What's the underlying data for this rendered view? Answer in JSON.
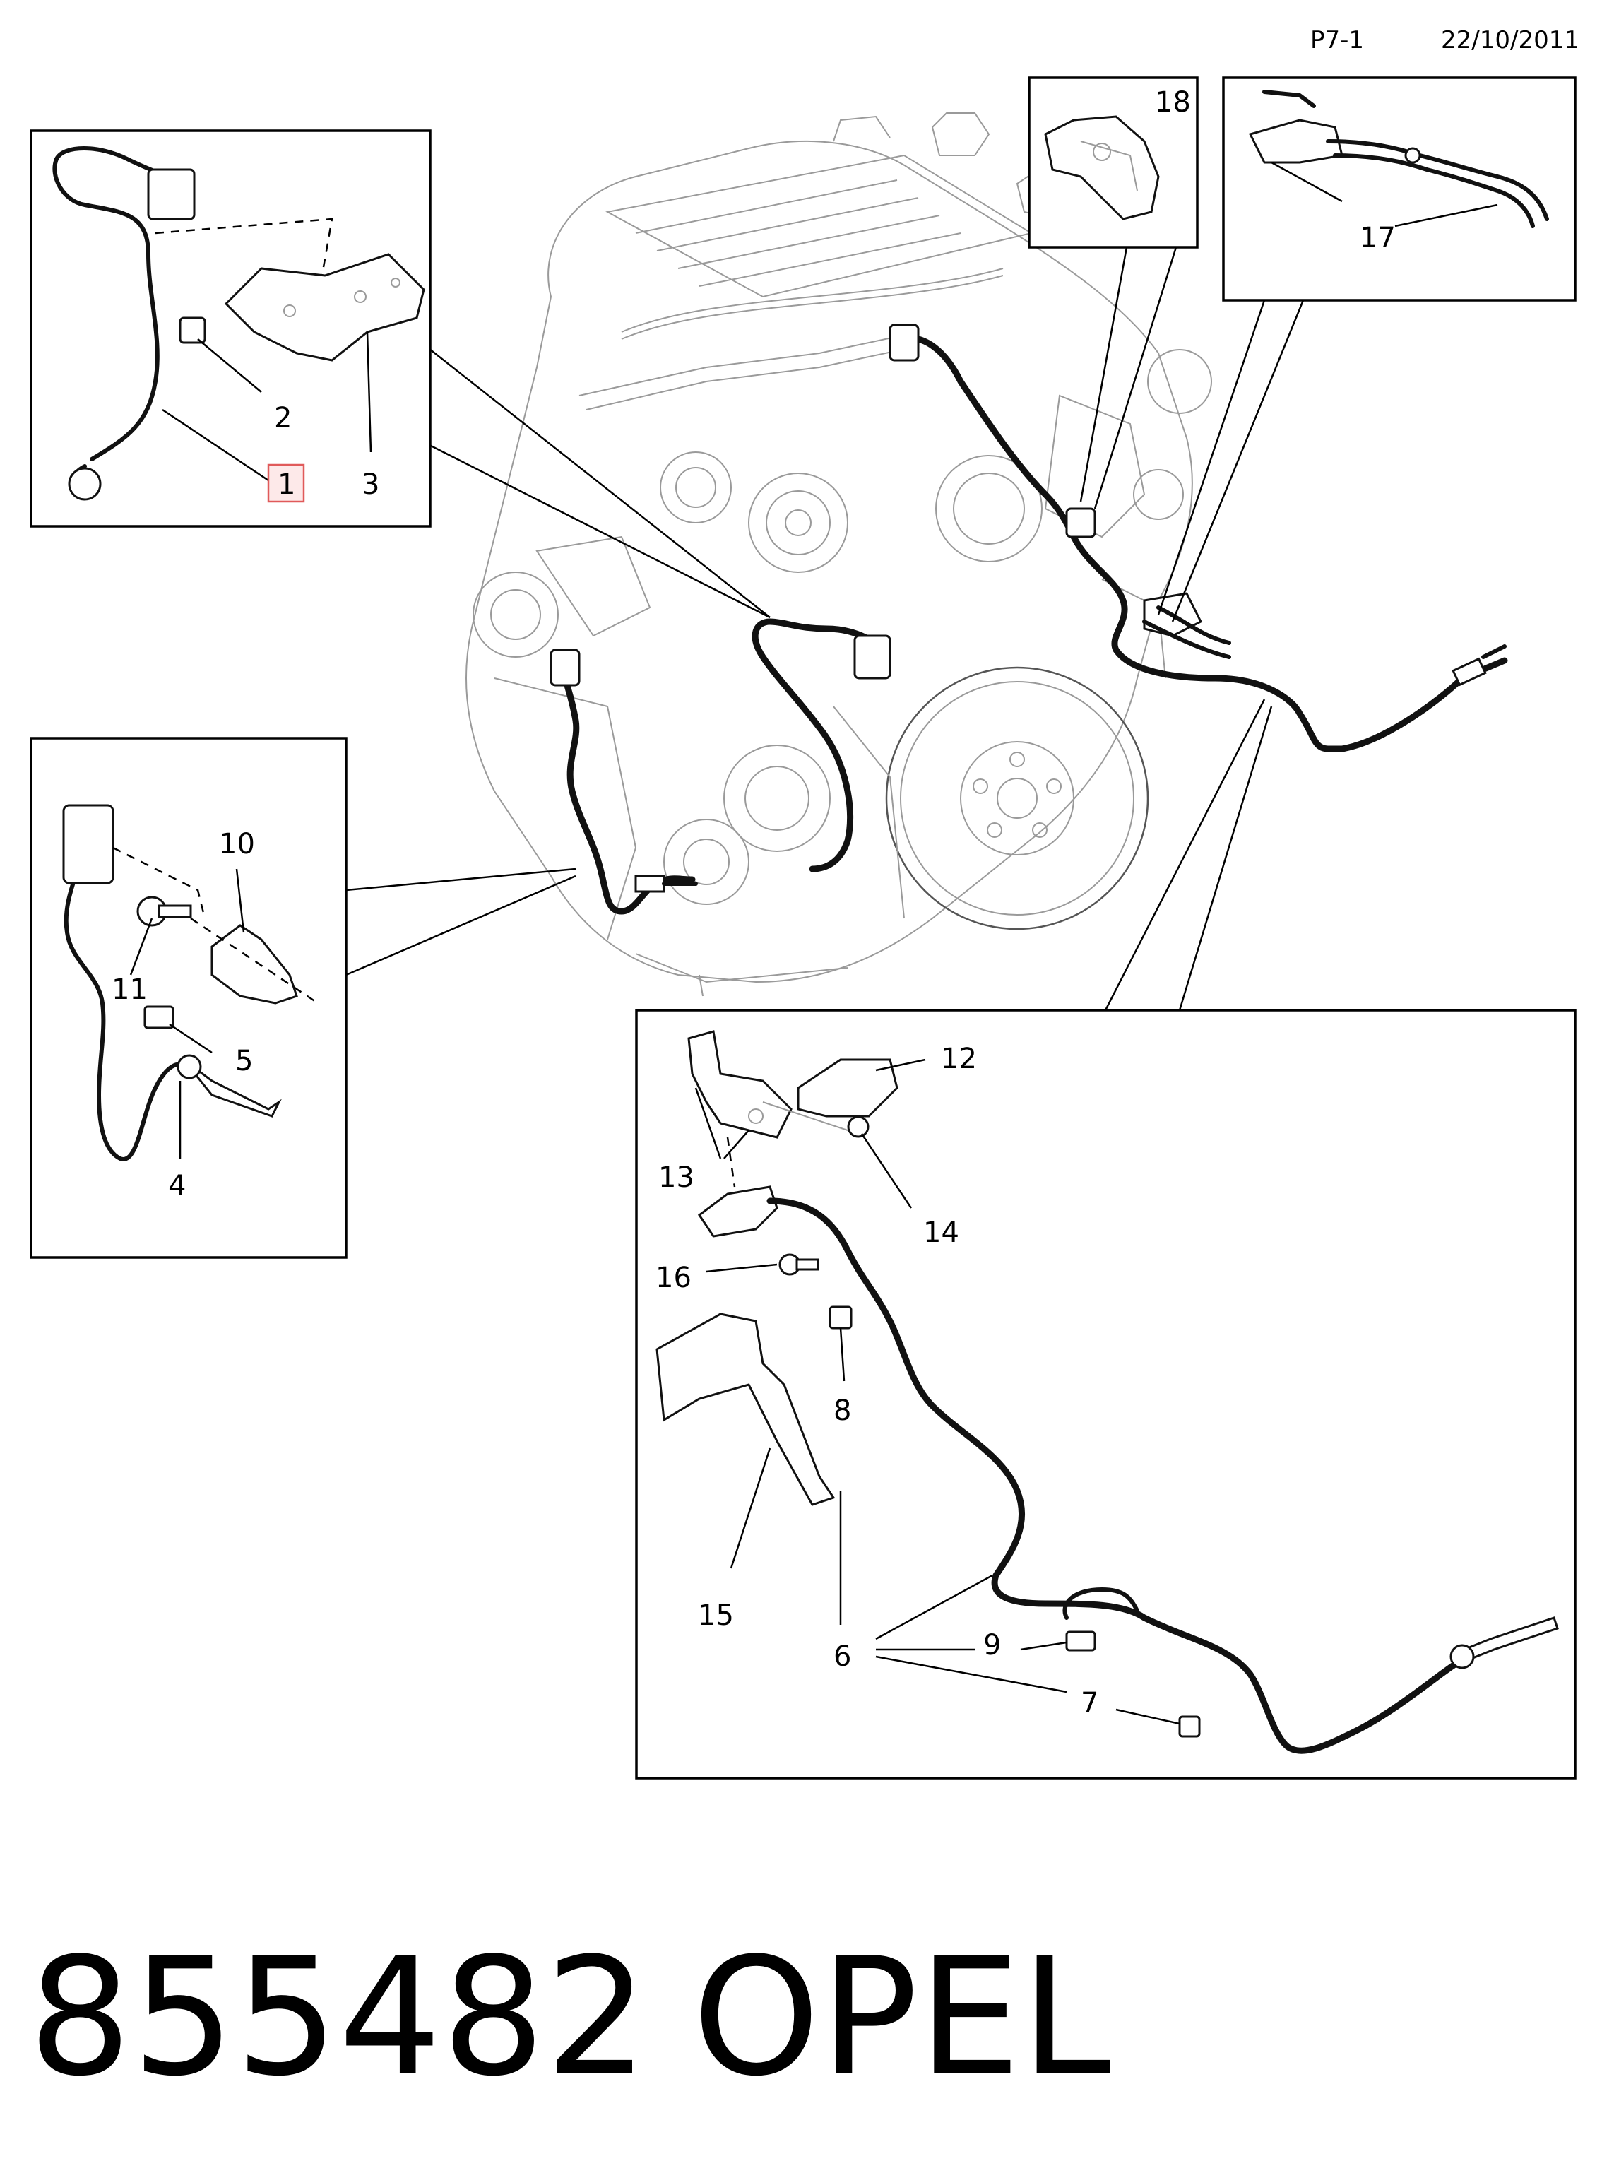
{
  "header": {
    "page_ref": "P7-1",
    "date": "22/10/2011"
  },
  "footer": {
    "part_number": "855482",
    "brand": "OPEL"
  },
  "callouts": {
    "c1": "1",
    "c2": "2",
    "c3": "3",
    "c4": "4",
    "c5": "5",
    "c6": "6",
    "c7": "7",
    "c8": "8",
    "c9": "9",
    "c10": "10",
    "c11": "11",
    "c12": "12",
    "c13": "13",
    "c14": "14",
    "c15": "15",
    "c16": "16",
    "c17": "17",
    "c18": "18"
  },
  "highlight": {
    "part": "1",
    "color": "#e05a5a",
    "fill": "#fde9e9"
  }
}
